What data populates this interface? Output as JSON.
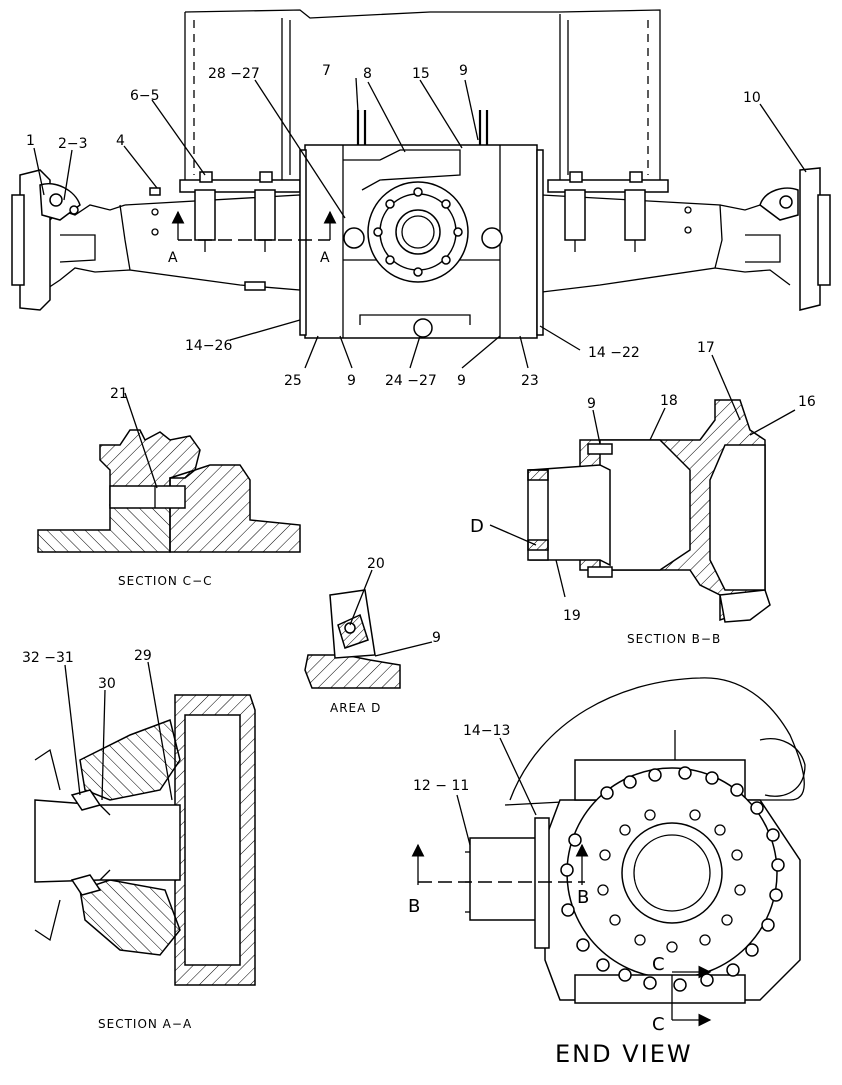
{
  "callouts": {
    "c1": "1",
    "c2_3": "2−3",
    "c4": "4",
    "c6_5": "6−5",
    "c28_27": "28 −27",
    "c7": "7",
    "c8": "8",
    "c15": "15",
    "c9_top": "9",
    "c10": "10",
    "c14_26": "14−26",
    "c25": "25",
    "c9_a": "9",
    "c24_27": "24 −27",
    "c9_b": "9",
    "c23": "23",
    "c14_22": "14 −22",
    "c21": "21",
    "c9_bb": "9",
    "c18": "18",
    "c17": "17",
    "c16": "16",
    "c19": "19",
    "c20": "20",
    "c9_area": "9",
    "c32_31": "32 −31",
    "c30": "30",
    "c29": "29",
    "c14_13": "14−13",
    "c12_11": "12 − 11"
  },
  "section_marks": {
    "a_left": "A",
    "a_right": "A",
    "b_left": "B",
    "b_right": "B",
    "c_top": "C",
    "c_bottom": "C",
    "d": "D"
  },
  "captions": {
    "section_cc": "SECTION C−C",
    "section_bb": "SECTION B−B",
    "area_d": "AREA D",
    "section_aa": "SECTION A−A",
    "end_view": "END VIEW"
  }
}
